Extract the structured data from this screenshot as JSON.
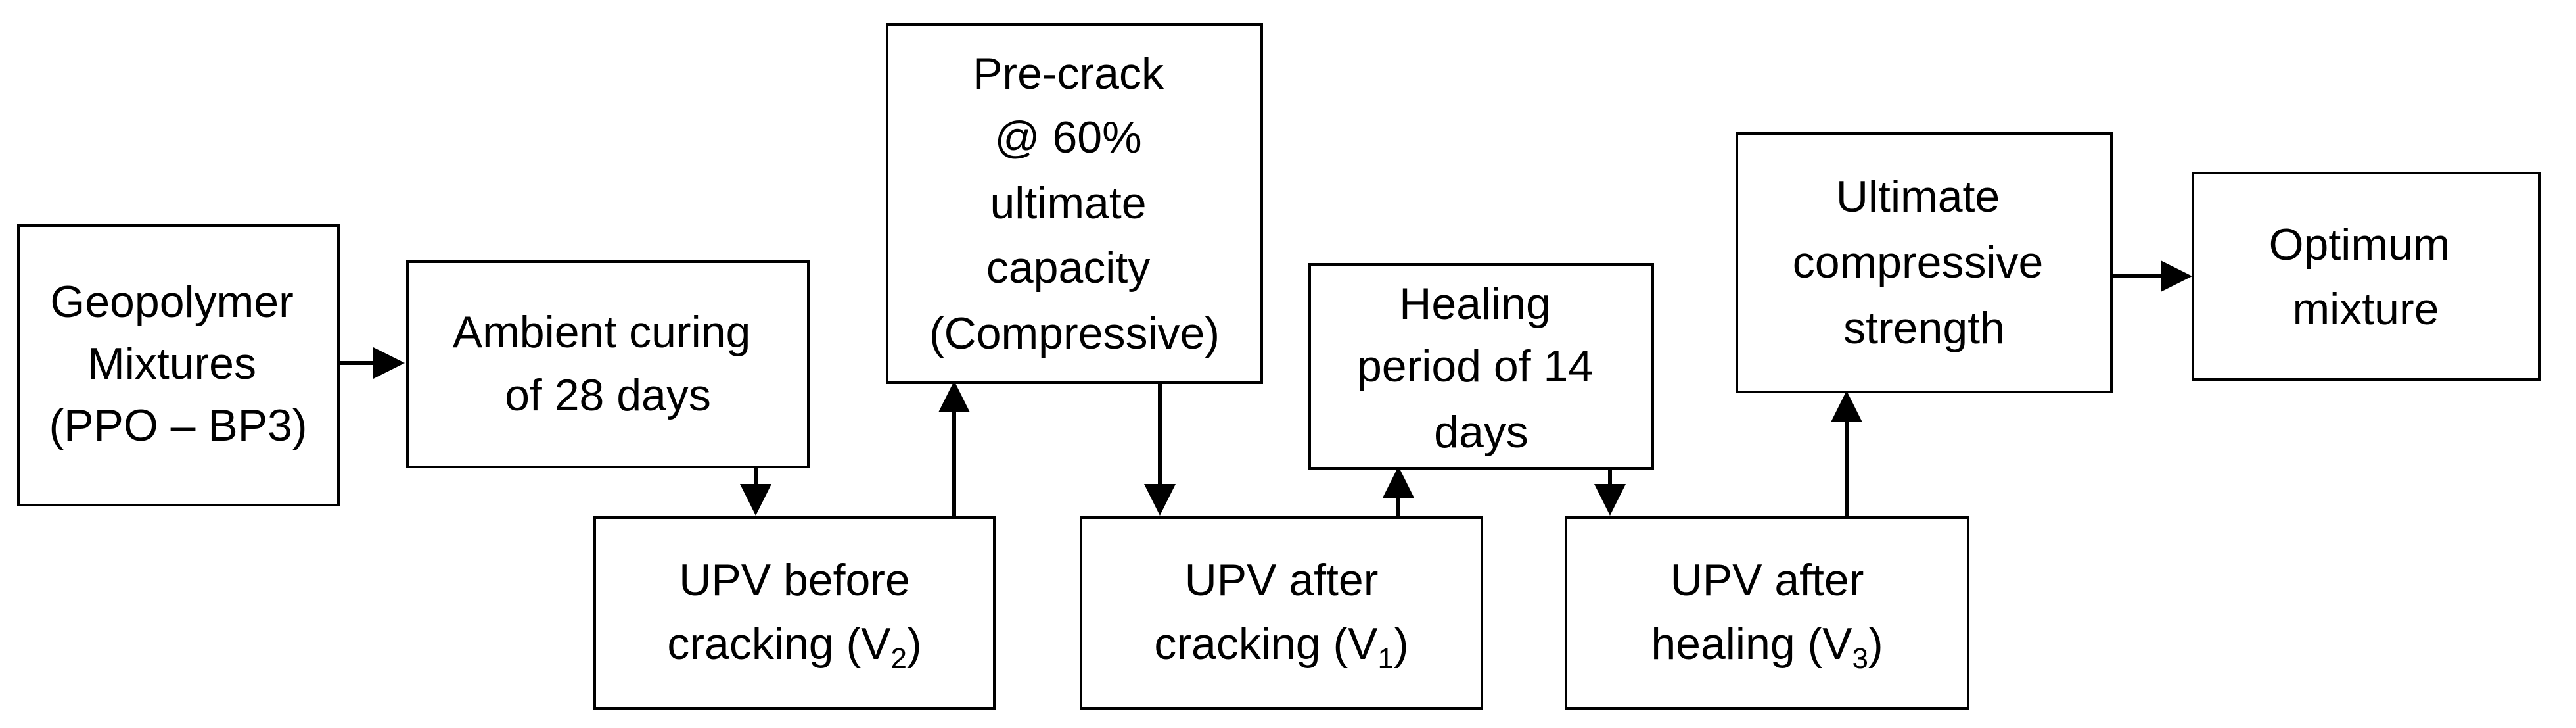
{
  "nodes": {
    "geopolymer": {
      "lines": [
        "Geopolymer",
        "Mixtures",
        "(PPO – BP3)"
      ]
    },
    "ambient": {
      "lines": [
        "Ambient curing",
        "of 28 days"
      ]
    },
    "upv_before": {
      "line1": "UPV before",
      "line2_prefix": "cracking (V",
      "line2_sub": "2",
      "line2_suffix": ")"
    },
    "precrack": {
      "lines": [
        "Pre-crack",
        "@ 60%",
        "ultimate",
        "capacity",
        "(Compressive)"
      ]
    },
    "upv_after_crack": {
      "line1": "UPV after",
      "line2_prefix": "cracking (V",
      "line2_sub": "1",
      "line2_suffix": ")"
    },
    "healing": {
      "lines": [
        "Healing",
        "period of 14",
        "days"
      ]
    },
    "upv_after_heal": {
      "line1": "UPV after",
      "line2_prefix": "healing (V",
      "line2_sub": "3",
      "line2_suffix": ")"
    },
    "ultimate": {
      "lines": [
        "Ultimate",
        "compressive",
        "strength"
      ]
    },
    "optimum": {
      "lines": [
        "Optimum",
        "mixture"
      ]
    }
  },
  "colors": {
    "stroke": "#000000",
    "fill": "#ffffff",
    "text": "#000000"
  }
}
